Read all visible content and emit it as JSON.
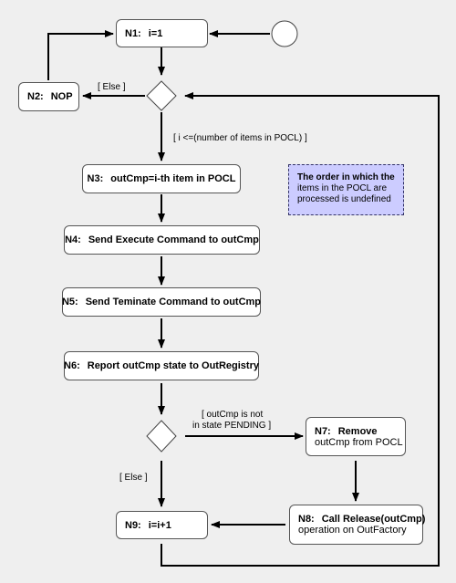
{
  "nodes": {
    "n1": {
      "num": "N1:",
      "label": "i=1"
    },
    "n2": {
      "num": "N2:",
      "label": "NOP"
    },
    "n3": {
      "num": "N3:",
      "label": "outCmp=i-th item in POCL"
    },
    "n4": {
      "num": "N4:",
      "label": "Send Execute Command to outCmp"
    },
    "n5": {
      "num": "N5:",
      "label": "Send Teminate Command to outCmp"
    },
    "n6": {
      "num": "N6:",
      "label": "Report outCmp state to OutRegistry"
    },
    "n7": {
      "num": "N7:",
      "label": "Remove",
      "label2": "outCmp from POCL"
    },
    "n8": {
      "num": "N8:",
      "label": "Call Release(outCmp)",
      "label2": "operation on OutFactory"
    },
    "n9": {
      "num": "N9:",
      "label": "i=i+1"
    }
  },
  "guards": {
    "else_top": "[ Else ]",
    "loop_condition": "[ i <=(number of items in POCL) ]",
    "not_pending_line1": "[ outCmp is not",
    "not_pending_line2": "in state PENDING ]",
    "else_bottom": "[ Else ]"
  },
  "note": {
    "line1": "The order in which the",
    "line2": "items in the POCL are",
    "line3": "processed is undefined"
  },
  "colors": {
    "note_fill": "#ccccff",
    "background": "#efefef"
  }
}
